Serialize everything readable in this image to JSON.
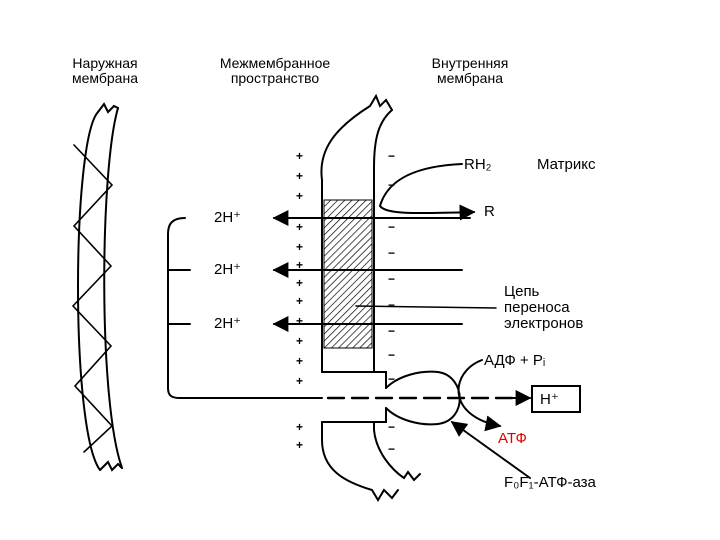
{
  "headers": {
    "outer_membrane": [
      "Наружная",
      "мембрана"
    ],
    "intermembrane_space": [
      "Межмембранное",
      "пространство"
    ],
    "inner_membrane": [
      "Внутренняя",
      "мембрана"
    ]
  },
  "labels": {
    "rh2": "RH₂",
    "matrix": "Матрикс",
    "r": "R",
    "proton_1": "2H⁺",
    "proton_2": "2H⁺",
    "proton_3": "2H⁺",
    "etc": [
      "Цепь",
      "переноса",
      "электронов"
    ],
    "adp": "АДФ + Pᵢ",
    "h_box": "H⁺",
    "atp": "АТФ",
    "atpase": "F₀F₁-АТФ-аза"
  },
  "signs": {
    "plus": "+",
    "minus": "−"
  },
  "colors": {
    "line": "#000000",
    "atp": "#e00000"
  }
}
